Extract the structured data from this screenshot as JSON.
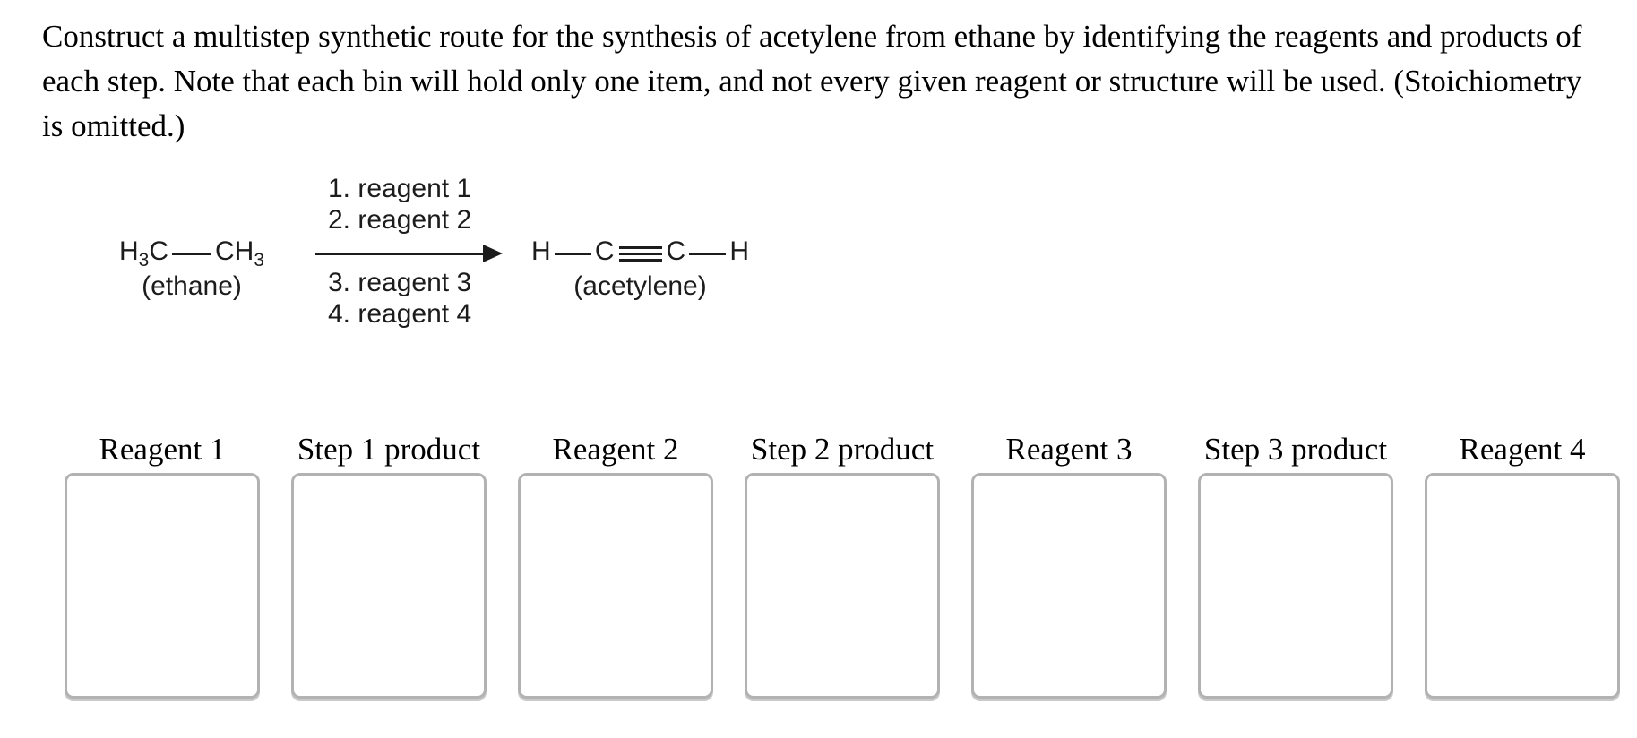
{
  "instructions": {
    "lines": [
      "Construct a multistep synthetic route for the synthesis of acetylene from ethane by identifying the reagents and products of",
      "each step. Note that each bin will hold only one item, and not every given reagent or structure will be used. (Stoichiometry",
      "is omitted.)"
    ]
  },
  "scheme": {
    "reagents_above": [
      "1. reagent 1",
      "2. reagent 2"
    ],
    "reagents_below": [
      "3. reagent 3",
      "4. reagent 4"
    ],
    "reactant": {
      "h_left": "H",
      "h_left_sub": "3",
      "c_left": "C",
      "ch_right": "CH",
      "ch_right_sub": "3",
      "caption": "(ethane)"
    },
    "product": {
      "h_left": "H",
      "c_left": "C",
      "c_right": "C",
      "h_right": "H",
      "caption": "(acetylene)"
    },
    "arrow_icon": "right-reaction-arrow"
  },
  "bins": [
    {
      "label": "Reagent 1"
    },
    {
      "label": "Step 1 product"
    },
    {
      "label": "Reagent 2"
    },
    {
      "label": "Step 2 product"
    },
    {
      "label": "Reagent 3"
    },
    {
      "label": "Step 3 product"
    },
    {
      "label": "Reagent 4"
    }
  ],
  "colors": {
    "bin_border": "#b2b2b2",
    "text": "#000000",
    "chem_text": "#1c1c1c"
  }
}
